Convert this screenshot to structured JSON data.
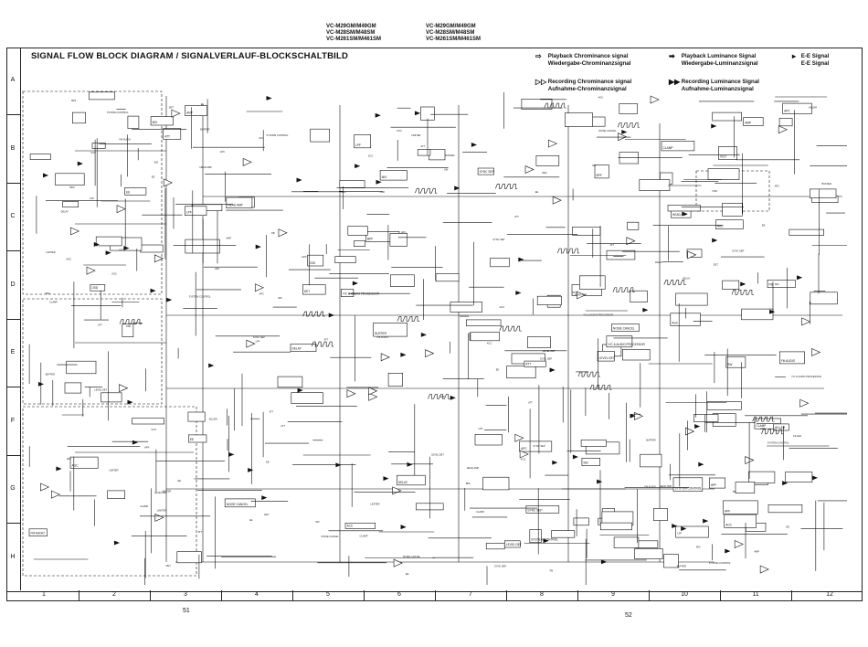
{
  "models": {
    "left": [
      "VC-M29GM/M49GM",
      "VC-M28SM/M48SM",
      "VC-M261SM/M461SM"
    ],
    "right": [
      "VC-M29GM/M49GM",
      "VC-M28SM/M48SM",
      "VC-M261SM/M461SM"
    ]
  },
  "title": "SIGNAL FLOW BLOCK DIAGRAM / SIGNALVERLAUF-BLOCKSCHALTBILD",
  "legend": [
    {
      "symbol": "⇨",
      "line1": "Playback Chrominance signal",
      "line2": "Wiedergabe-Chrominanzsignal",
      "icon": "hollow-arrow-icon"
    },
    {
      "symbol": "➡",
      "line1": "Playback Luminance Signal",
      "line2": "Wiedergabe-Luminanzsignal",
      "icon": "solid-arrow-icon"
    },
    {
      "symbol": "▸",
      "line1": "E-E Signal",
      "line2": "E-E Signal",
      "icon": "small-arrow-icon"
    },
    {
      "symbol": "▷▷",
      "line1": "Recording Chrominance signal",
      "line2": "Aufnahme-Chrominanzsignal",
      "icon": "hollow-double-arrow-icon"
    },
    {
      "symbol": "▶▶",
      "line1": "Recording Luminance Signal",
      "line2": "Aufnahme-Luminanzsignal",
      "icon": "solid-double-arrow-icon"
    }
  ],
  "rows": [
    "A",
    "B",
    "C",
    "D",
    "E",
    "F",
    "G",
    "H"
  ],
  "columns": [
    "1",
    "2",
    "3",
    "4",
    "5",
    "6",
    "7",
    "8",
    "9",
    "10",
    "11",
    "12"
  ],
  "pages": {
    "left": "51",
    "right": "52"
  },
  "blocks": [
    "FM AUDIO",
    "Y/C & AUDIO PROCESSOR",
    "SYSTEM CONTROL",
    "HEAD AMP",
    "ATT",
    "AGC",
    "CLAMP",
    "LPF",
    "HPF",
    "BPF",
    "DET",
    "SW",
    "AMP",
    "BUFFER",
    "SYNC SEP",
    "DELAY",
    "LIMITER",
    "MIX",
    "PB",
    "REC",
    "EE",
    "OSD",
    "VCO",
    "APC",
    "ACC",
    "KILLER",
    "LEVEL DET",
    "NOISE CANCEL"
  ],
  "colors": {
    "ink": "#111111",
    "paper": "#ffffff",
    "frame": "#222222"
  }
}
